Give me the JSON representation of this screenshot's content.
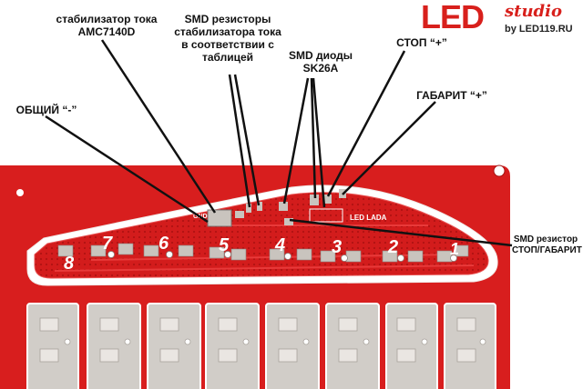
{
  "logo": {
    "brand": "LED",
    "sub": "studio",
    "tagline": "by LED119.RU"
  },
  "callouts": {
    "stabilizer": [
      "стабилизатор тока",
      "AMC7140D"
    ],
    "resistors": [
      "SMD резисторы",
      "стабилизатора тока",
      "в соответствии с",
      "таблицей"
    ],
    "diodes": [
      "SMD диоды",
      "SK26A"
    ],
    "stop": "СТОП “+”",
    "gabarit": "ГАБАРИТ “+”",
    "common": "ОБЩИЙ “-”",
    "resistor_stop": [
      "SMD резистор",
      "СТОП/ГАБАРИТ"
    ]
  },
  "board": {
    "silk_gnd": "GND",
    "silk_brand": "LED LADA",
    "channels": [
      "8",
      "7",
      "6",
      "5",
      "4",
      "3",
      "2",
      "1"
    ]
  },
  "colors": {
    "pcb": "#d81e1e",
    "mask_dark": "#b81414",
    "pad": "#c9c4be",
    "accent": "#d8201c"
  }
}
